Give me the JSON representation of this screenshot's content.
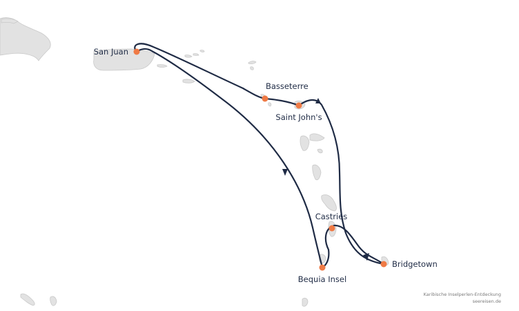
{
  "map": {
    "ports": [
      {
        "id": "san-juan",
        "name": "San Juan"
      },
      {
        "id": "basseterre",
        "name": "Basseterre"
      },
      {
        "id": "saint-johns",
        "name": "Saint John's"
      },
      {
        "id": "castries",
        "name": "Castries"
      },
      {
        "id": "bridgetown",
        "name": "Bridgetown"
      },
      {
        "id": "bequia-insel",
        "name": "Bequia Insel"
      }
    ],
    "colors": {
      "route": "#1f2b45",
      "port": "#ef7a45",
      "land": "#e2e2e2",
      "land_border": "#c9c9c9",
      "water": "#ffffff"
    }
  },
  "credit": {
    "title": "Karibische Inselperlen-Entdeckung",
    "source": "seereisen.de"
  }
}
